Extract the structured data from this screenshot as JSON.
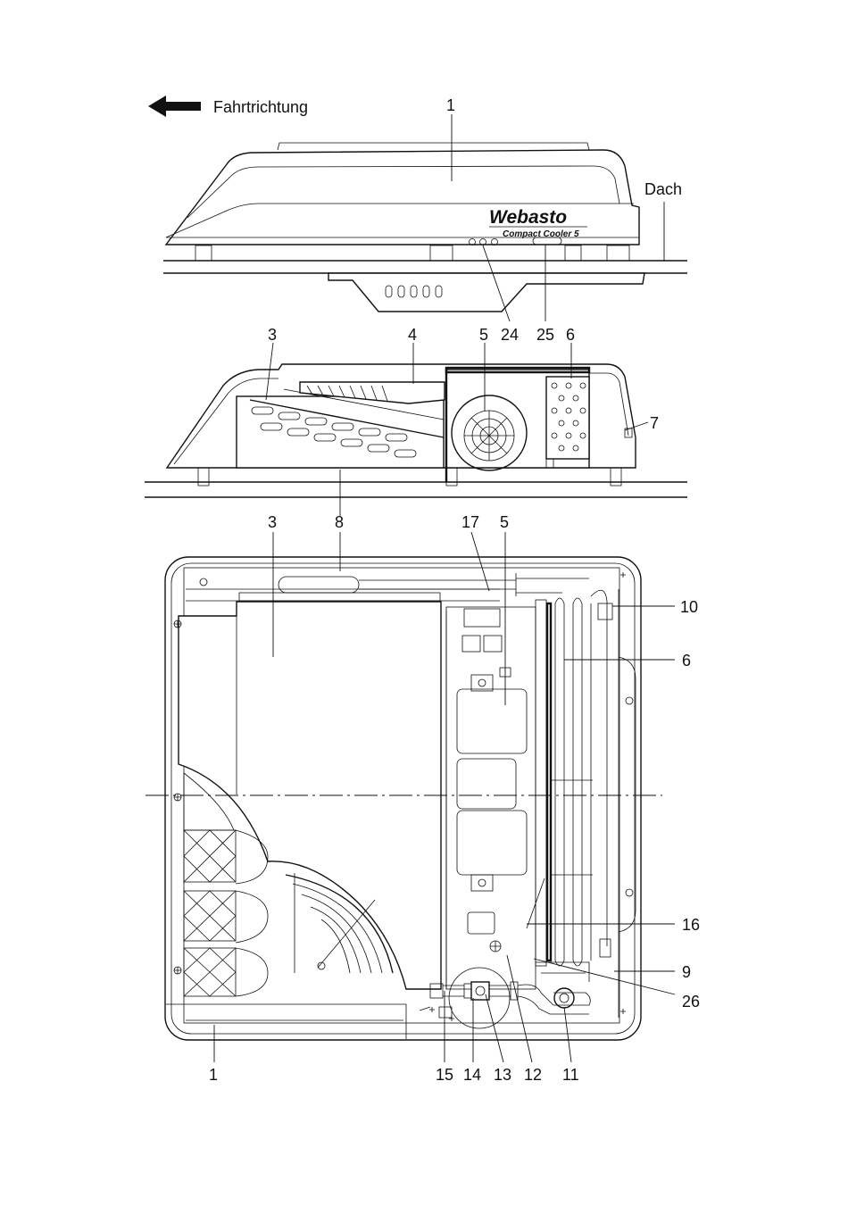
{
  "direction_label": "Fahrtrichtung",
  "roof_label": "Dach",
  "brand": {
    "name": "Webasto",
    "model": "Compact Cooler 5"
  },
  "icons": {
    "direction": "arrow-left-icon"
  },
  "side_view": {
    "labels": [
      "1",
      "24",
      "25"
    ]
  },
  "section_view": {
    "labels": [
      "3",
      "4",
      "5",
      "6",
      "7",
      "8"
    ]
  },
  "top_view": {
    "labels": [
      "3",
      "17",
      "5",
      "10",
      "6",
      "16",
      "9",
      "26",
      "1",
      "15",
      "14",
      "13",
      "12",
      "11"
    ]
  }
}
